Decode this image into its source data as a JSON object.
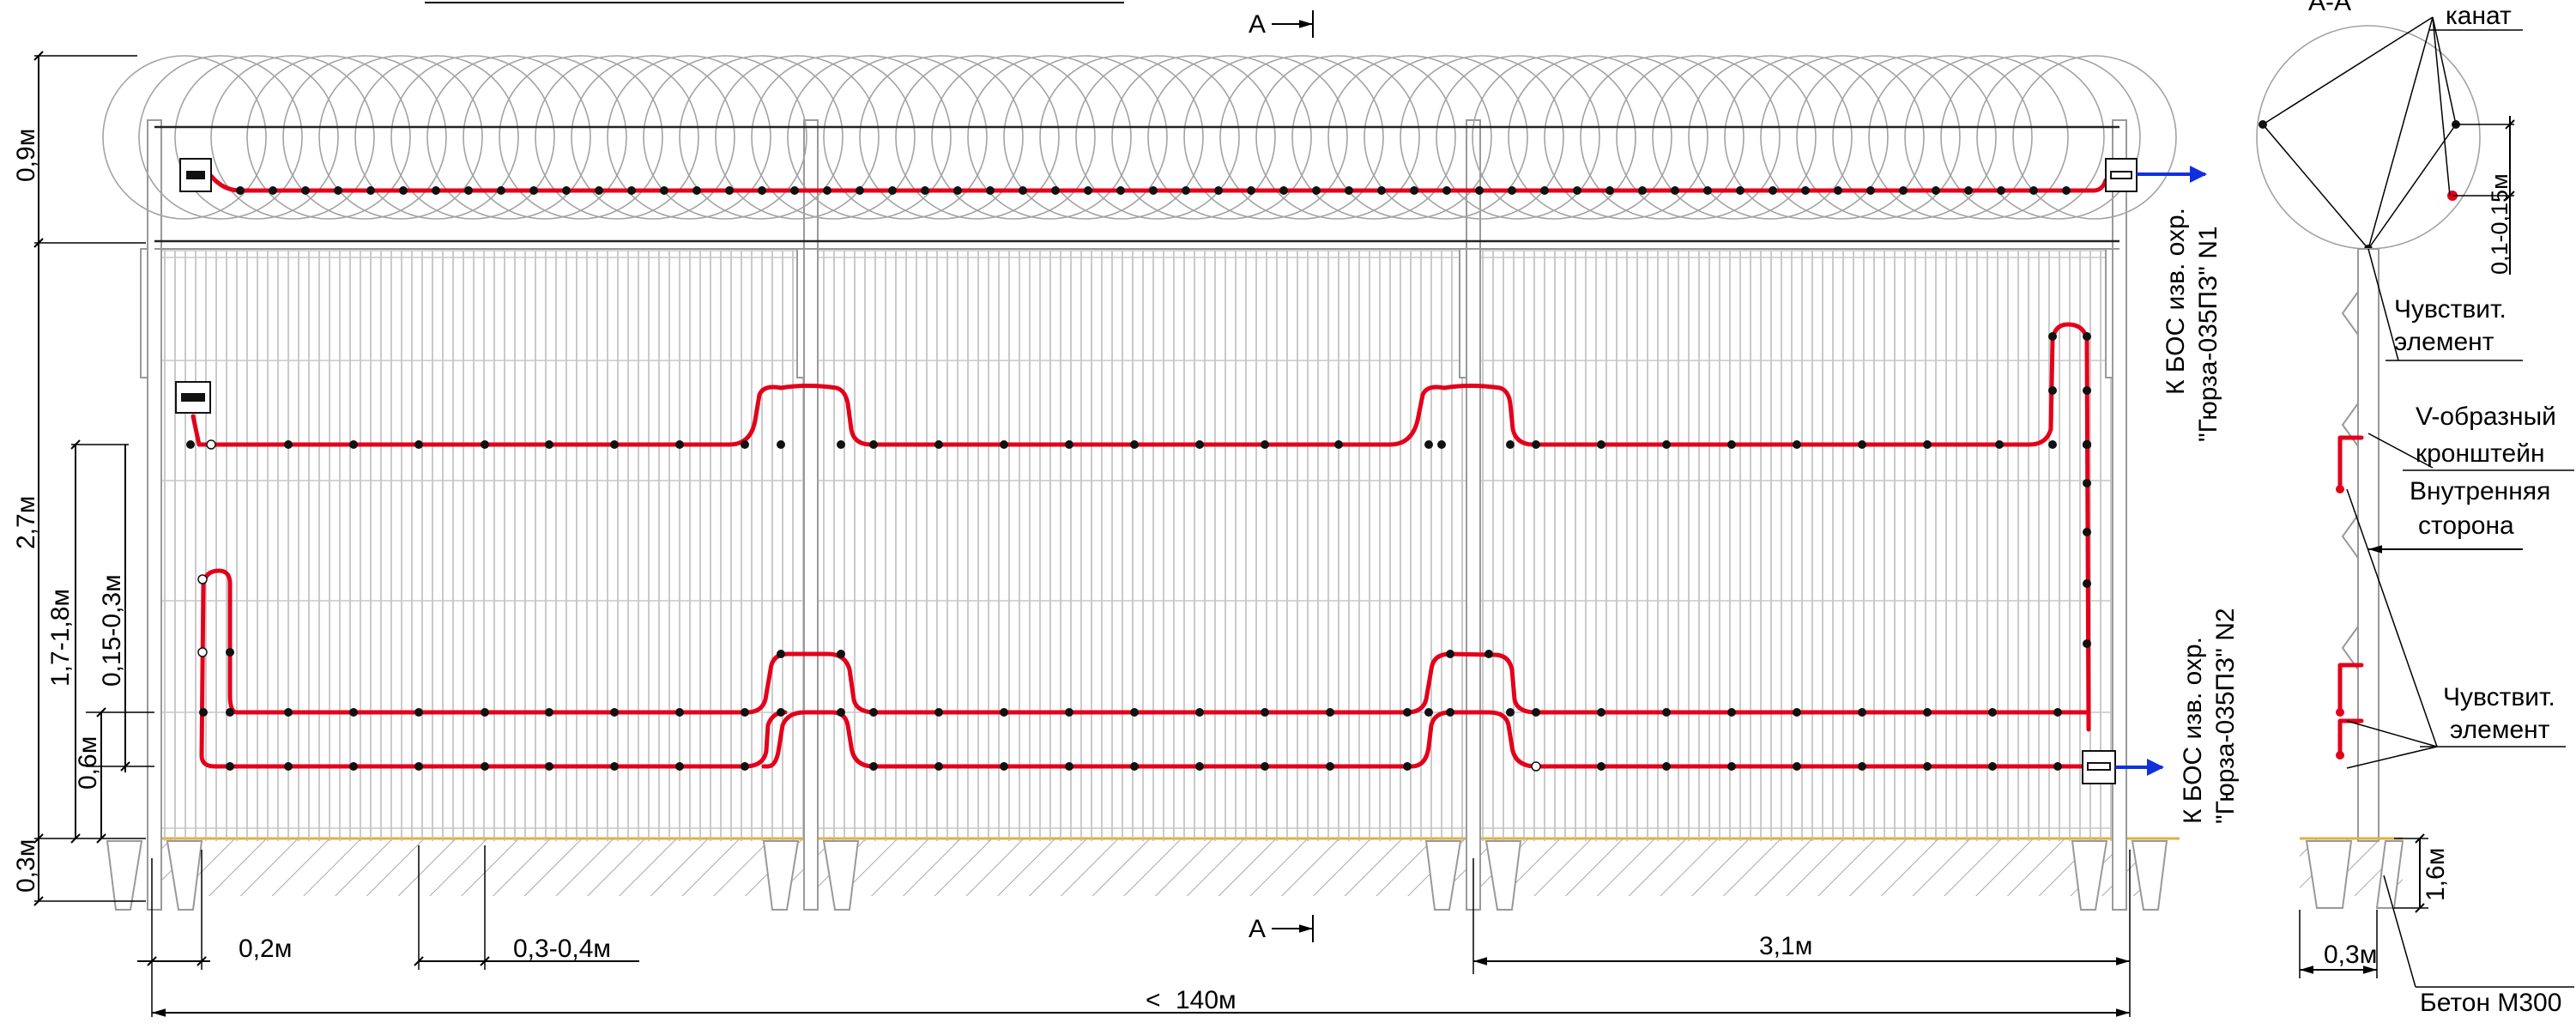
{
  "section_marks": {
    "top": "А",
    "bottom": "А"
  },
  "section_title": "А-А",
  "dimensions": {
    "barbed_height": "0,9м",
    "fence_height": "2,7м",
    "foundation_depth": "0,3м",
    "upper_cable_height": "1,7-1,8м",
    "cable_gap": "0,15-0,3м",
    "lower_cable_height": "0,6м",
    "start_offset": "0,2м",
    "clip_spacing": "0,3-0,4м",
    "post_spacing": "3,1м",
    "total_length": "140м",
    "total_length_prefix": "<",
    "sensor_offset": "0,1-0,15м",
    "post_depth": "1,6м",
    "foundation_width": "0,3м"
  },
  "zone_labels": {
    "zone1_line1": "К БОС изв. охр.",
    "zone1_line2": "\"Гюрза-035ПЗ\" N1",
    "zone2_line1": "К БОС изв. охр.",
    "zone2_line2": "\"Гюрза-035ПЗ\" N2"
  },
  "callouts": {
    "rope": "канат",
    "sensor_top_line1": "Чувствит.",
    "sensor_top_line2": "элемент",
    "bracket_line1": "V-образный",
    "bracket_line2": "кронштейн",
    "inner_side_line1": "Внутренняя",
    "inner_side_line2": "сторона",
    "sensor_bottom_line1": "Чувствит.",
    "sensor_bottom_line2": "элемент",
    "concrete": "Бетон М300"
  },
  "colors": {
    "sensor_cable": "#e3001b",
    "arrow": "#1030e0",
    "ground_line": "#e0b040"
  }
}
